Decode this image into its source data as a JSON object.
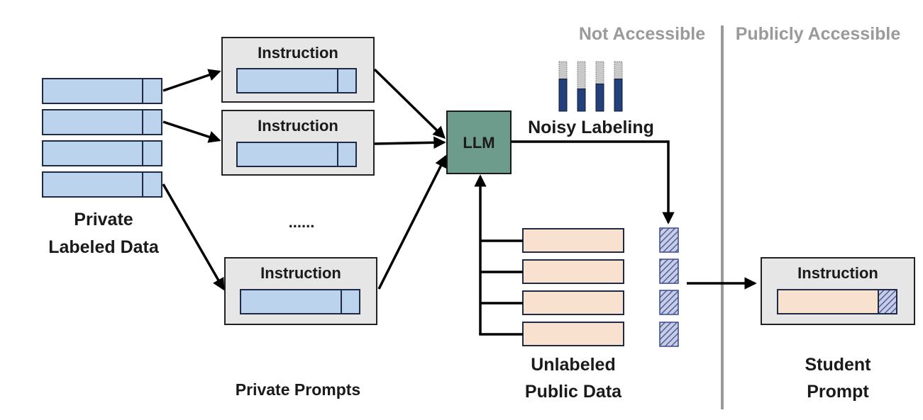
{
  "headers": {
    "not_accessible": "Not Accessible",
    "publicly_accessible": "Publicly Accessible"
  },
  "labels": {
    "private_labeled_data_line1": "Private",
    "private_labeled_data_line2": "Labeled Data",
    "private_prompts": "Private Prompts",
    "ellipsis": "......",
    "llm": "LLM",
    "noisy_labeling": "Noisy Labeling",
    "unlabeled_line1": "Unlabeled",
    "unlabeled_line2": "Public Data",
    "student_line1": "Student",
    "student_line2": "Prompt"
  },
  "prompt_boxes": [
    {
      "title": "Instruction"
    },
    {
      "title": "Instruction"
    },
    {
      "title": "Instruction"
    }
  ],
  "student_prompt": {
    "title": "Instruction"
  },
  "colors": {
    "private_data": "#bcd3ee",
    "public_data": "#f8e1cf",
    "llm": "#6e9c8c",
    "bar_fill": "#24407a",
    "bar_empty": "#c9c9c9",
    "prompt_bg": "#e6e6e6"
  },
  "noisy_label_bars": [
    0.65,
    0.45,
    0.55,
    0.65
  ]
}
